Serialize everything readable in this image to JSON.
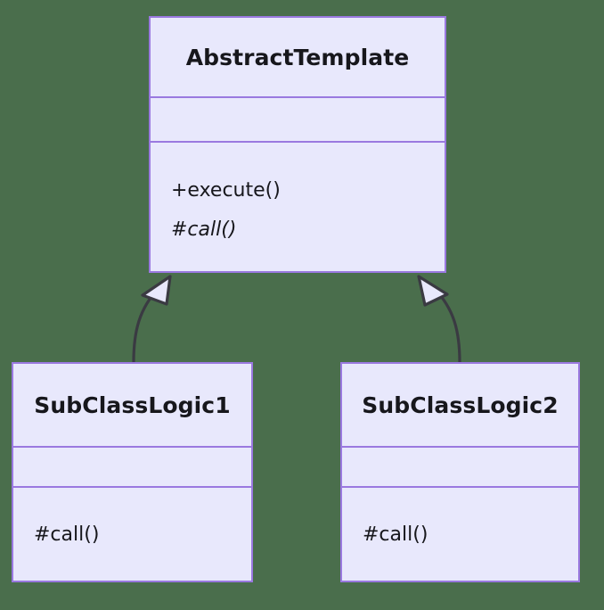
{
  "diagram": {
    "type": "uml-class-diagram",
    "pattern": "Template Method",
    "background_color": "#4a6e4c",
    "box_fill_color": "#e8e8fc",
    "box_border_color": "#9a79e0",
    "connector_color": "#3a3a42",
    "text_color": "#17171c"
  },
  "classes": [
    {
      "id": "abstract-template",
      "name": "AbstractTemplate",
      "attributes": [],
      "operations": [
        {
          "label": "+execute()",
          "visibility": "public",
          "abstract": false
        },
        {
          "label": "#call()",
          "visibility": "protected",
          "abstract": true
        }
      ]
    },
    {
      "id": "subclass-logic-1",
      "name": "SubClassLogic1",
      "attributes": [],
      "operations": [
        {
          "label": "#call()",
          "visibility": "protected",
          "abstract": false
        }
      ]
    },
    {
      "id": "subclass-logic-2",
      "name": "SubClassLogic2",
      "attributes": [],
      "operations": [
        {
          "label": "#call()",
          "visibility": "protected",
          "abstract": false
        }
      ]
    }
  ],
  "relationships": [
    {
      "id": "inheritance-1",
      "type": "generalization",
      "from": "subclass-logic-1",
      "to": "abstract-template",
      "arrowhead": "hollow-triangle"
    },
    {
      "id": "inheritance-2",
      "type": "generalization",
      "from": "subclass-logic-2",
      "to": "abstract-template",
      "arrowhead": "hollow-triangle"
    }
  ]
}
